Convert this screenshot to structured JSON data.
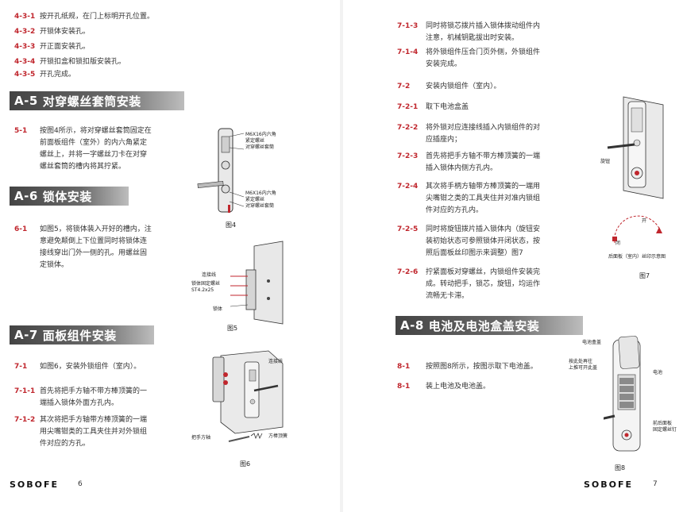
{
  "left": {
    "top_steps": [
      {
        "num": "4-3-1",
        "text": "按开孔纸规，在门上标明开孔位置。"
      },
      {
        "num": "4-3-2",
        "text": "开锁体安装孔。"
      },
      {
        "num": "4-3-3",
        "text": "开正面安装孔。"
      },
      {
        "num": "4-3-4",
        "text": "开锁扣盒和锁扣版安装孔。"
      },
      {
        "num": "4-3-5",
        "text": "开孔完成。"
      }
    ],
    "sec_a5": {
      "num": "A-5",
      "title": "对穿螺丝套筒安装",
      "step_num": "5-1",
      "lines": [
        "按图4所示，将对穿螺丝套筒固定在",
        "前面板组件（室外）的内六角紧定",
        "螺丝上，并将一字螺丝刀卡在对穿",
        "螺丝套筒的槽内将其拧紧。"
      ]
    },
    "sec_a6": {
      "num": "A-6",
      "title": "锁体安装",
      "step_num": "6-1",
      "lines": [
        "如图5，将锁体装入开好的槽内，注",
        "意避免颠倒上下位置同时将锁体连",
        "接线穿出门外一侧的孔。用螺丝固",
        "定锁体。"
      ]
    },
    "sec_a7": {
      "num": "A-7",
      "title": "面板组件安装",
      "steps": [
        {
          "num": "7-1",
          "lines": [
            "如图6，安装外锁组件（室内）。"
          ]
        },
        {
          "num": "7-1-1",
          "lines": [
            "首先将把手方轴不带方棒顶簧的一",
            "端插入锁体外面方孔内。"
          ]
        },
        {
          "num": "7-1-2",
          "lines": [
            "其次将把手方轴带方棒顶簧的一端",
            "用尖嘴钳类的工具夹住并对外锁组",
            "件对应的方孔。"
          ]
        }
      ]
    },
    "fig4": {
      "caption": "图4",
      "label1": [
        "M6X16内六角",
        "紧定螺丝",
        "对穿螺丝套筒"
      ],
      "label2": [
        "M6X16内六角",
        "紧定螺丝",
        "对穿螺丝套筒"
      ]
    },
    "fig5": {
      "caption": "图5",
      "label_wire": "连接线",
      "label_screw": [
        "锁体固定螺丝",
        "ST4.2x25"
      ],
      "label_body": "锁体"
    },
    "fig6": {
      "caption": "图6",
      "label_wire": "连接线",
      "label_shaft": "把手方轴",
      "label_spring": "方棒顶簧"
    },
    "footer": {
      "logo": "SOBOFE",
      "page": "6"
    }
  },
  "right": {
    "steps_top": [
      {
        "num": "7-1-3",
        "lines": [
          "同时将锁芯拨片插入锁体拨动组件内",
          "注意，机械钥匙拔出时安装。"
        ]
      },
      {
        "num": "7-1-4",
        "lines": [
          "将外锁组件压合门页外侧，外锁组件",
          "安装完成。"
        ]
      },
      {
        "num": "7-2",
        "lines": [
          "安装内锁组件（室内）。"
        ]
      },
      {
        "num": "7-2-1",
        "lines": [
          "取下电池盒盖"
        ]
      },
      {
        "num": "7-2-2",
        "lines": [
          "将外锁对应连接线插入内锁组件的对",
          "应插座内；"
        ]
      },
      {
        "num": "7-2-3",
        "lines": [
          "首先将把手方轴不带方棒顶簧的一端",
          "插入锁体内侧方孔内。"
        ]
      },
      {
        "num": "7-2-4",
        "lines": [
          "其次将手柄方轴带方棒顶簧的一端用",
          "尖嘴钳之类的工具夹住并对准内锁组",
          "件对应的方孔内。"
        ]
      },
      {
        "num": "7-2-5",
        "lines": [
          "同时将旋钮拨片插入锁体内（旋钮安",
          "装初始状态可参照锁体开闭状态，按",
          "照后面板丝印图示来调整）图7"
        ]
      },
      {
        "num": "7-2-6",
        "lines": [
          "拧紧面板对穿螺丝，内锁组件安装完",
          "成。转动把手，锁芯，旋钮，均运作",
          "流畅无卡滞。"
        ]
      }
    ],
    "sec_a8": {
      "num": "A-8",
      "title": "电池及电池盒盖安装",
      "steps": [
        {
          "num": "8-1",
          "lines": [
            "按照图8所示，按图示取下电池盖。"
          ]
        },
        {
          "num": "8-1",
          "lines": [
            "装上电池及电池盖。"
          ]
        }
      ]
    },
    "fig7": {
      "caption": "图7",
      "label_knob": "旋钮",
      "label_open": "开",
      "label_close": "闭",
      "label_silk": "后面板（室内）丝印示意图"
    },
    "fig8": {
      "caption": "图8",
      "label_cover": "电池盒盖",
      "label_push": [
        "按此处再往",
        "上推可开此盖"
      ],
      "label_battery": "电池",
      "label_panel": [
        "前后面板",
        "固定螺丝钉"
      ]
    },
    "footer": {
      "logo": "SOBOFE",
      "page": "7"
    }
  },
  "colors": {
    "accent": "#c0262d",
    "banner_dark": "#444444",
    "banner_light": "#bdbdbd"
  }
}
